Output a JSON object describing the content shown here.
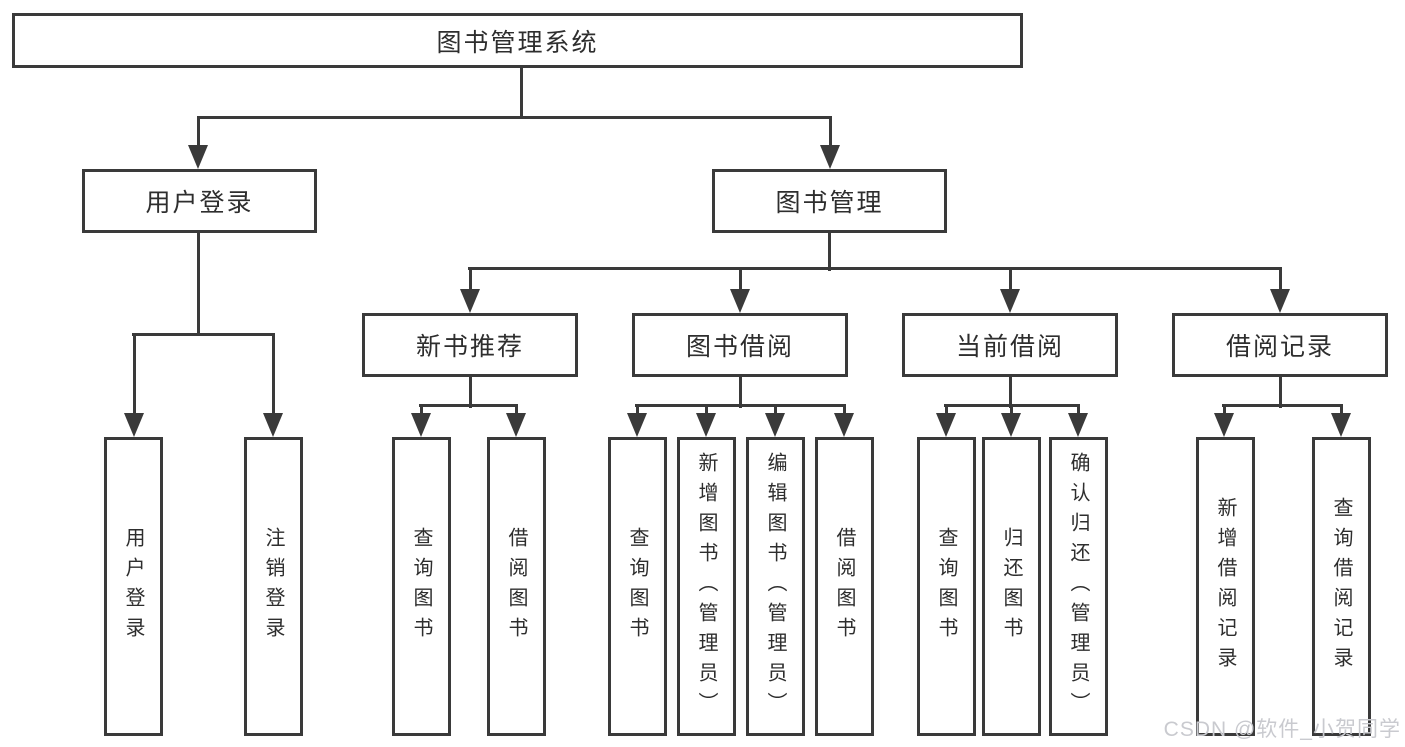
{
  "colors": {
    "line": "#3a3a3a",
    "text": "#2e2e2e",
    "background": "#ffffff",
    "watermark": "#c9cacf"
  },
  "watermark": "CSDN @软件_小贺同学",
  "tree": {
    "label": "图书管理系统",
    "children": [
      {
        "label": "用户登录",
        "children": [
          {
            "label": "用户登录"
          },
          {
            "label": "注销登录"
          }
        ]
      },
      {
        "label": "图书管理",
        "children": [
          {
            "label": "新书推荐",
            "children": [
              {
                "label": "查询图书"
              },
              {
                "label": "借阅图书"
              }
            ]
          },
          {
            "label": "图书借阅",
            "children": [
              {
                "label": "查询图书"
              },
              {
                "label": "新增图书（管理员）"
              },
              {
                "label": "编辑图书（管理员）"
              },
              {
                "label": "借阅图书"
              }
            ]
          },
          {
            "label": "当前借阅",
            "children": [
              {
                "label": "查询图书"
              },
              {
                "label": "归还图书"
              },
              {
                "label": "确认归还（管理员）"
              }
            ]
          },
          {
            "label": "借阅记录",
            "children": [
              {
                "label": "新增借阅记录"
              },
              {
                "label": "查询借阅记录"
              }
            ]
          }
        ]
      }
    ]
  }
}
